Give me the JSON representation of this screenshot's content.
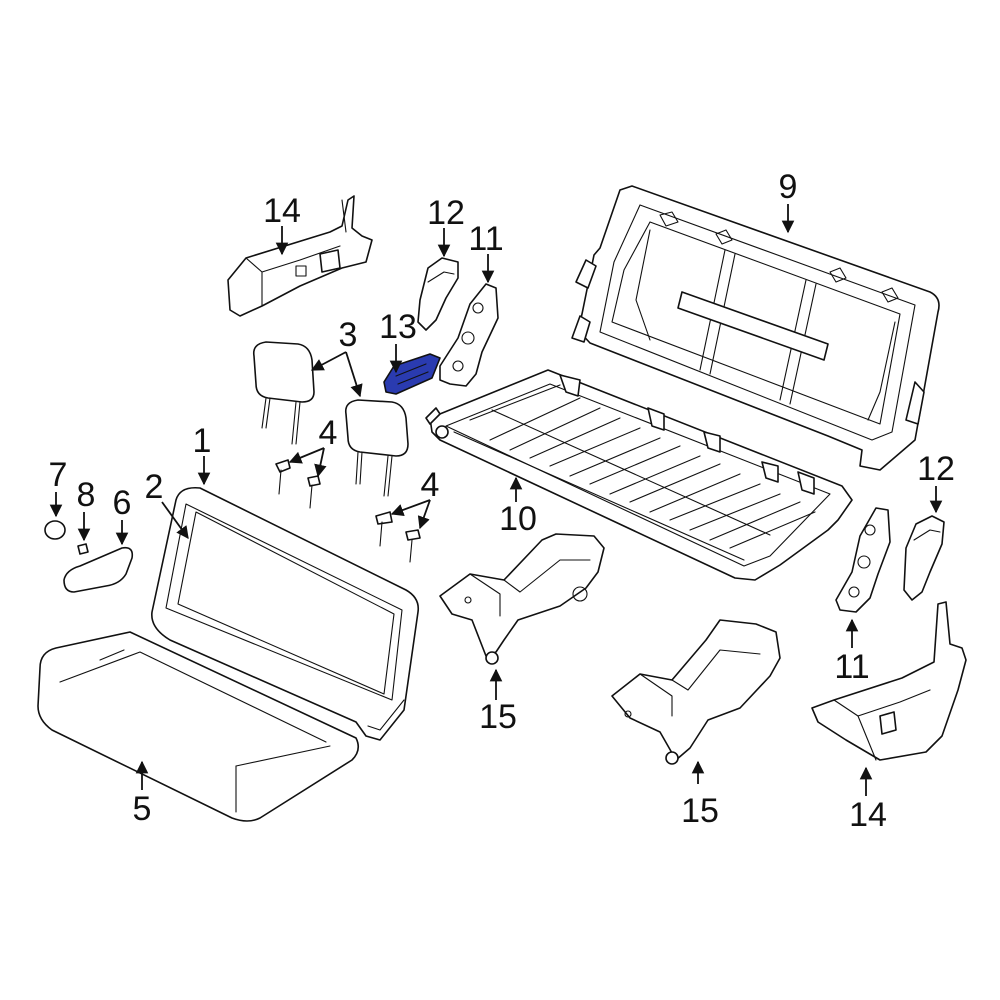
{
  "diagram": {
    "highlight_color": "#2a3bb0",
    "line_color": "#111111",
    "background": "#ffffff",
    "highlighted_part": "13",
    "callouts": [
      {
        "id": "c1",
        "label": "1"
      },
      {
        "id": "c2",
        "label": "2"
      },
      {
        "id": "c3",
        "label": "3"
      },
      {
        "id": "c4a",
        "label": "4"
      },
      {
        "id": "c4b",
        "label": "4"
      },
      {
        "id": "c5",
        "label": "5"
      },
      {
        "id": "c6",
        "label": "6"
      },
      {
        "id": "c7",
        "label": "7"
      },
      {
        "id": "c8",
        "label": "8"
      },
      {
        "id": "c9",
        "label": "9"
      },
      {
        "id": "c10",
        "label": "10"
      },
      {
        "id": "c11a",
        "label": "11"
      },
      {
        "id": "c11b",
        "label": "11"
      },
      {
        "id": "c12a",
        "label": "12"
      },
      {
        "id": "c12b",
        "label": "12"
      },
      {
        "id": "c13",
        "label": "13"
      },
      {
        "id": "c14a",
        "label": "14"
      },
      {
        "id": "c14b",
        "label": "14"
      },
      {
        "id": "c15a",
        "label": "15"
      },
      {
        "id": "c15b",
        "label": "15"
      }
    ]
  }
}
